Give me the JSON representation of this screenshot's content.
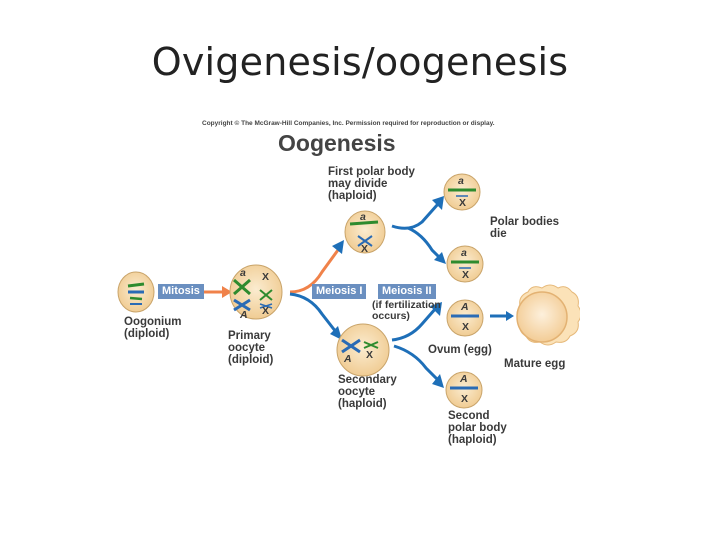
{
  "slide": {
    "title": "Ovigenesis/oogenesis"
  },
  "figure": {
    "copyright": "Copyright © The McGraw-Hill Companies, Inc. Permission required for reproduction or display.",
    "heading": "Oogenesis",
    "stages": {
      "mitosis": "Mitosis",
      "meiosis1": "Meiosis I",
      "meiosis2": "Meiosis II",
      "meiosis2_note": "(if fertilization\noccurs)"
    },
    "cells": {
      "oogonium": "Oogonium\n(diploid)",
      "primary_oocyte": "Primary\noocyte\n(diploid)",
      "first_polar_body": "First polar body\nmay divide\n(haploid)",
      "secondary_oocyte": "Secondary\noocyte\n(haploid)",
      "polar_bodies_die": "Polar bodies\ndie",
      "ovum": "Ovum (egg)",
      "mature_egg": "Mature egg",
      "second_polar_body": "Second\npolar body\n(haploid)"
    },
    "chromosome_labels": {
      "a": "a",
      "A": "A",
      "X": "X"
    },
    "colors": {
      "cell_fill": "#f5d9a8",
      "cell_stroke": "#c9a46a",
      "arrow_blue": "#1e6fb8",
      "arrow_orange": "#f0824a",
      "tag_blue": "#6a8fc0",
      "chrom_green": "#2e8b2e",
      "chrom_blue": "#2a6bb5"
    }
  }
}
